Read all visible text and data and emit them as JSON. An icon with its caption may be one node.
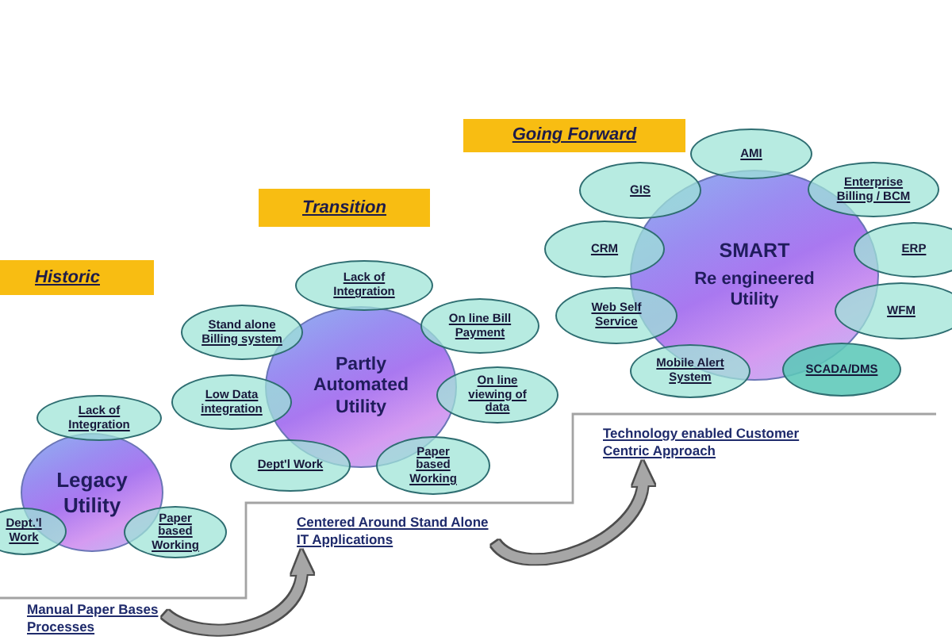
{
  "diagram": {
    "nodes": [
      {
        "text": [
          "Historic"
        ]
      },
      {
        "text": [
          "Legacy Utility"
        ]
      },
      {
        "text": [
          "Lack of Integration"
        ]
      },
      {
        "text": [
          "Dept.'l Work"
        ]
      },
      {
        "text": [
          "Paper based Working"
        ]
      },
      {
        "text": [
          "Manual Paper Bases Processes"
        ]
      },
      {
        "text": [
          "Transition"
        ]
      },
      {
        "text": [
          "Partly Automated Utility"
        ]
      },
      {
        "text": [
          "Lack of Integration"
        ]
      },
      {
        "text": [
          "Stand alone Billing system"
        ]
      },
      {
        "text": [
          "On line Bill Payment"
        ]
      },
      {
        "text": [
          "Low Data integration"
        ]
      },
      {
        "text": [
          "On line viewing of data"
        ]
      },
      {
        "text": [
          "Dept'l Work"
        ]
      },
      {
        "text": [
          "Paper based Working"
        ]
      },
      {
        "text": [
          "Centered Around Stand Alone IT Applications"
        ]
      },
      {
        "text": [
          "Going Forward"
        ]
      },
      {
        "text": [
          "SMART",
          "Re engineered Utility"
        ]
      },
      {
        "text": [
          "AMI"
        ]
      },
      {
        "text": [
          "GIS"
        ]
      },
      {
        "text": [
          "Enterprise Billing / BCM"
        ]
      },
      {
        "text": [
          "CRM"
        ]
      },
      {
        "text": [
          "ERP"
        ]
      },
      {
        "text": [
          "Web Self Service"
        ]
      },
      {
        "text": [
          "WFM"
        ]
      },
      {
        "text": [
          "Mobile Alert System"
        ]
      },
      {
        "text": [
          "SCADA/DMS"
        ]
      },
      {
        "text": [
          "Technology enabled Customer Centric Approach"
        ]
      }
    ],
    "edges": [
      {
        "from": 5,
        "to": 15,
        "arrow": "to"
      },
      {
        "from": 15,
        "to": 27,
        "arrow": "to"
      }
    ]
  }
}
